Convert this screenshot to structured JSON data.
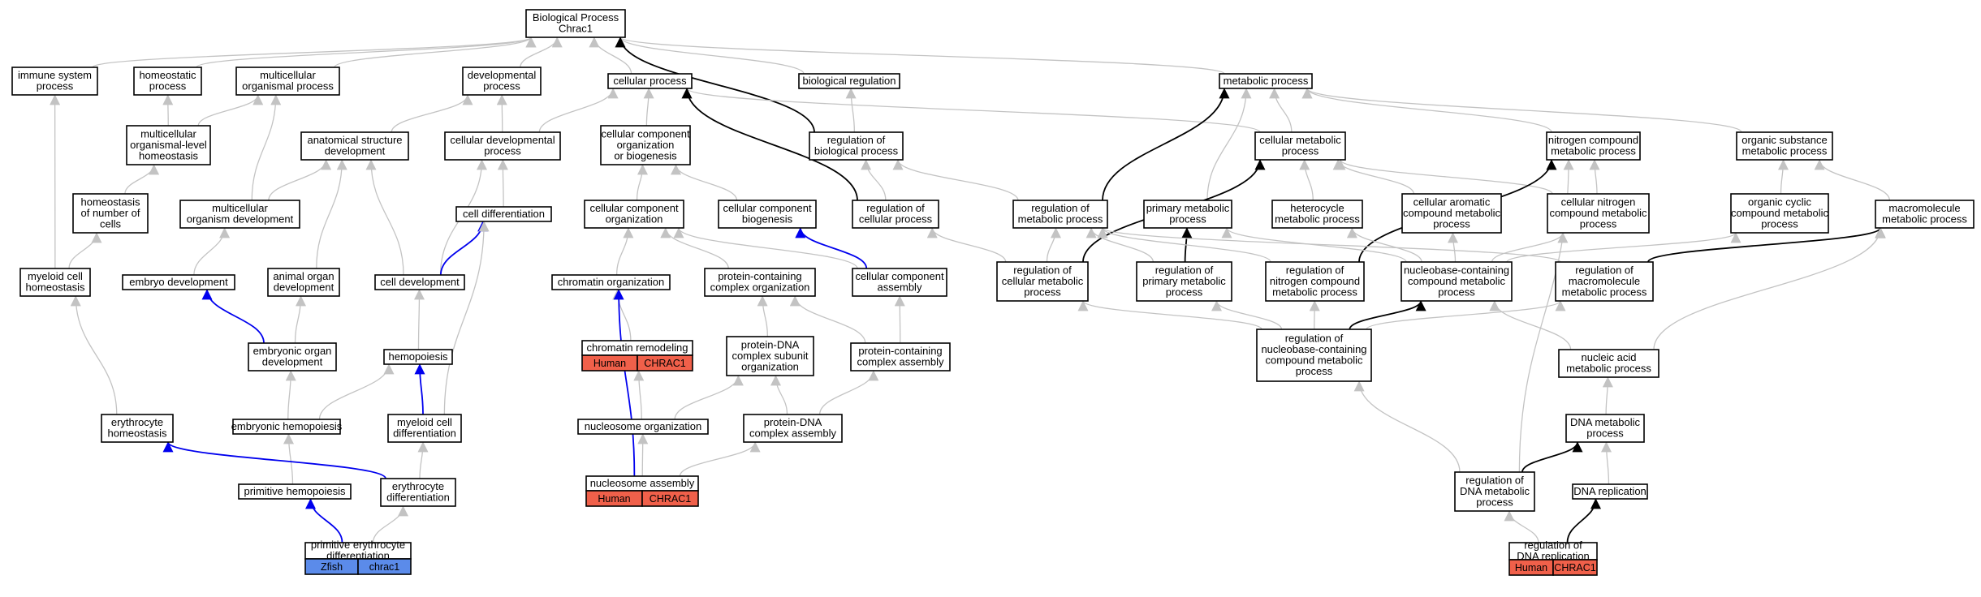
{
  "colors": {
    "edge_gray": "#c3c3c3",
    "edge_black": "#000000",
    "edge_blue": "#0000ee",
    "human_fill": "#f0604a",
    "zfish_fill": "#5b8bea"
  },
  "nodes": [
    {
      "id": "root",
      "lines": [
        "Biological Process",
        "Chrac1"
      ]
    },
    {
      "id": "immune",
      "lines": [
        "immune system",
        "process"
      ]
    },
    {
      "id": "homeostatic",
      "lines": [
        "homeostatic",
        "process"
      ]
    },
    {
      "id": "multi_org",
      "lines": [
        "multicellular",
        "organismal process"
      ]
    },
    {
      "id": "developmental",
      "lines": [
        "developmental",
        "process"
      ]
    },
    {
      "id": "cellular",
      "lines": [
        "cellular process"
      ]
    },
    {
      "id": "bioreg",
      "lines": [
        "biological regulation"
      ]
    },
    {
      "id": "metabolic",
      "lines": [
        "metabolic process"
      ]
    },
    {
      "id": "mcol_homeo",
      "lines": [
        "multicellular",
        "organismal-level",
        "homeostasis"
      ]
    },
    {
      "id": "anat_dev",
      "lines": [
        "anatomical structure",
        "development"
      ]
    },
    {
      "id": "cell_dev_proc",
      "lines": [
        "cellular developmental",
        "process"
      ]
    },
    {
      "id": "ccob",
      "lines": [
        "cellular component",
        "organization",
        "or biogenesis"
      ]
    },
    {
      "id": "reg_bio",
      "lines": [
        "regulation of",
        "biological process"
      ]
    },
    {
      "id": "cell_met",
      "lines": [
        "cellular metabolic",
        "process"
      ]
    },
    {
      "id": "nitro_met",
      "lines": [
        "nitrogen compound",
        "metabolic process"
      ]
    },
    {
      "id": "org_sub",
      "lines": [
        "organic substance",
        "metabolic process"
      ]
    },
    {
      "id": "homeo_num",
      "lines": [
        "homeostasis",
        "of number of",
        "cells"
      ]
    },
    {
      "id": "mc_org_dev",
      "lines": [
        "multicellular",
        "organism development"
      ]
    },
    {
      "id": "cell_diff",
      "lines": [
        "cell differentiation"
      ]
    },
    {
      "id": "cco",
      "lines": [
        "cellular component",
        "organization"
      ]
    },
    {
      "id": "ccb",
      "lines": [
        "cellular component",
        "biogenesis"
      ]
    },
    {
      "id": "reg_cell",
      "lines": [
        "regulation of",
        "cellular process"
      ]
    },
    {
      "id": "reg_met",
      "lines": [
        "regulation of",
        "metabolic process"
      ]
    },
    {
      "id": "prim_met",
      "lines": [
        "primary metabolic",
        "process"
      ]
    },
    {
      "id": "hetero",
      "lines": [
        "heterocycle",
        "metabolic process"
      ]
    },
    {
      "id": "cell_arom",
      "lines": [
        "cellular aromatic",
        "compound metabolic",
        "process"
      ]
    },
    {
      "id": "cell_nitro",
      "lines": [
        "cellular nitrogen",
        "compound metabolic",
        "process"
      ]
    },
    {
      "id": "org_cyc",
      "lines": [
        "organic cyclic",
        "compound metabolic",
        "process"
      ]
    },
    {
      "id": "macro",
      "lines": [
        "macromolecule",
        "metabolic process"
      ]
    },
    {
      "id": "myeloid_homeo",
      "lines": [
        "myeloid cell",
        "homeostasis"
      ]
    },
    {
      "id": "embryo_dev",
      "lines": [
        "embryo development"
      ]
    },
    {
      "id": "animal_organ",
      "lines": [
        "animal organ",
        "development"
      ]
    },
    {
      "id": "cell_dev",
      "lines": [
        "cell development"
      ]
    },
    {
      "id": "chrom_org",
      "lines": [
        "chromatin organization"
      ]
    },
    {
      "id": "pcco",
      "lines": [
        "protein-containing",
        "complex organization"
      ]
    },
    {
      "id": "cca",
      "lines": [
        "cellular component",
        "assembly"
      ]
    },
    {
      "id": "reg_cell_met",
      "lines": [
        "regulation of",
        "cellular metabolic",
        "process"
      ]
    },
    {
      "id": "reg_prim_met",
      "lines": [
        "regulation of",
        "primary metabolic",
        "process"
      ]
    },
    {
      "id": "reg_nitro",
      "lines": [
        "regulation of",
        "nitrogen compound",
        "metabolic process"
      ]
    },
    {
      "id": "nbc_met",
      "lines": [
        "nucleobase-containing",
        "compound metabolic",
        "process"
      ]
    },
    {
      "id": "reg_macro",
      "lines": [
        "regulation of",
        "macromolecule",
        "metabolic process"
      ]
    },
    {
      "id": "emb_organ",
      "lines": [
        "embryonic organ",
        "development"
      ]
    },
    {
      "id": "hemopoiesis",
      "lines": [
        "hemopoiesis"
      ]
    },
    {
      "id": "chrom_remod",
      "lines": [
        "chromatin remodeling"
      ],
      "badge": [
        "Human",
        "CHRAC1"
      ],
      "badge_kind": "human"
    },
    {
      "id": "pdna_org",
      "lines": [
        "protein-DNA",
        "complex subunit",
        "organization"
      ]
    },
    {
      "id": "pcca",
      "lines": [
        "protein-containing",
        "complex assembly"
      ]
    },
    {
      "id": "reg_nbc",
      "lines": [
        "regulation of",
        "nucleobase-containing",
        "compound metabolic",
        "process"
      ]
    },
    {
      "id": "na_met",
      "lines": [
        "nucleic acid",
        "metabolic process"
      ]
    },
    {
      "id": "ery_homeo",
      "lines": [
        "erythrocyte",
        "homeostasis"
      ]
    },
    {
      "id": "emb_hemo",
      "lines": [
        "embryonic hemopoiesis"
      ]
    },
    {
      "id": "myeloid_diff",
      "lines": [
        "myeloid cell",
        "differentiation"
      ]
    },
    {
      "id": "nuc_org",
      "lines": [
        "nucleosome organization"
      ]
    },
    {
      "id": "pdna_asm",
      "lines": [
        "protein-DNA",
        "complex assembly"
      ]
    },
    {
      "id": "dna_met",
      "lines": [
        "DNA metabolic",
        "process"
      ]
    },
    {
      "id": "prim_hemo",
      "lines": [
        "primitive hemopoiesis"
      ]
    },
    {
      "id": "ery_diff",
      "lines": [
        "erythrocyte",
        "differentiation"
      ]
    },
    {
      "id": "nuc_asm",
      "lines": [
        "nucleosome assembly"
      ],
      "badge": [
        "Human",
        "CHRAC1"
      ],
      "badge_kind": "human"
    },
    {
      "id": "reg_dna_met",
      "lines": [
        "regulation of",
        "DNA metabolic",
        "process"
      ]
    },
    {
      "id": "dna_rep",
      "lines": [
        "DNA replication"
      ]
    },
    {
      "id": "prim_ery_diff",
      "lines": [
        "primitive erythrocyte",
        "differentiation"
      ],
      "badge": [
        "Zfish",
        "chrac1"
      ],
      "badge_kind": "zfish"
    },
    {
      "id": "reg_dna_rep",
      "lines": [
        "regulation of",
        "DNA replication"
      ],
      "badge": [
        "Human",
        "CHRAC1"
      ],
      "badge_kind": "human"
    }
  ],
  "edges": [
    {
      "from": "immune",
      "to": "root",
      "color": "gray"
    },
    {
      "from": "homeostatic",
      "to": "root",
      "color": "gray"
    },
    {
      "from": "multi_org",
      "to": "root",
      "color": "gray"
    },
    {
      "from": "developmental",
      "to": "root",
      "color": "gray"
    },
    {
      "from": "cellular",
      "to": "root",
      "color": "gray"
    },
    {
      "from": "bioreg",
      "to": "root",
      "color": "gray"
    },
    {
      "from": "metabolic",
      "to": "root",
      "color": "gray"
    },
    {
      "from": "reg_bio",
      "to": "root",
      "color": "black"
    },
    {
      "from": "mcol_homeo",
      "to": "homeostatic",
      "color": "gray"
    },
    {
      "from": "mcol_homeo",
      "to": "multi_org",
      "color": "gray"
    },
    {
      "from": "anat_dev",
      "to": "developmental",
      "color": "gray"
    },
    {
      "from": "cell_dev_proc",
      "to": "developmental",
      "color": "gray"
    },
    {
      "from": "cell_dev_proc",
      "to": "cellular",
      "color": "gray"
    },
    {
      "from": "ccob",
      "to": "cellular",
      "color": "gray"
    },
    {
      "from": "reg_bio",
      "to": "bioreg",
      "color": "gray"
    },
    {
      "from": "cell_met",
      "to": "metabolic",
      "color": "gray"
    },
    {
      "from": "cell_met",
      "to": "cellular",
      "color": "gray"
    },
    {
      "from": "nitro_met",
      "to": "metabolic",
      "color": "gray"
    },
    {
      "from": "org_sub",
      "to": "metabolic",
      "color": "gray"
    },
    {
      "from": "homeo_num",
      "to": "mcol_homeo",
      "color": "gray"
    },
    {
      "from": "mc_org_dev",
      "to": "multi_org",
      "color": "gray"
    },
    {
      "from": "mc_org_dev",
      "to": "anat_dev",
      "color": "gray"
    },
    {
      "from": "cell_diff",
      "to": "cell_dev_proc",
      "color": "gray"
    },
    {
      "from": "cco",
      "to": "ccob",
      "color": "gray"
    },
    {
      "from": "ccb",
      "to": "ccob",
      "color": "gray"
    },
    {
      "from": "reg_cell",
      "to": "cellular",
      "color": "black"
    },
    {
      "from": "reg_cell",
      "to": "reg_bio",
      "color": "gray"
    },
    {
      "from": "reg_met",
      "to": "metabolic",
      "color": "black"
    },
    {
      "from": "reg_met",
      "to": "reg_bio",
      "color": "gray"
    },
    {
      "from": "prim_met",
      "to": "metabolic",
      "color": "gray"
    },
    {
      "from": "hetero",
      "to": "cell_met",
      "color": "gray"
    },
    {
      "from": "cell_arom",
      "to": "cell_met",
      "color": "gray"
    },
    {
      "from": "cell_nitro",
      "to": "cell_met",
      "color": "gray"
    },
    {
      "from": "cell_nitro",
      "to": "nitro_met",
      "color": "gray"
    },
    {
      "from": "org_cyc",
      "to": "org_sub",
      "color": "gray"
    },
    {
      "from": "macro",
      "to": "org_sub",
      "color": "gray"
    },
    {
      "from": "myeloid_homeo",
      "to": "immune",
      "color": "gray"
    },
    {
      "from": "myeloid_homeo",
      "to": "homeo_num",
      "color": "gray"
    },
    {
      "from": "embryo_dev",
      "to": "mc_org_dev",
      "color": "gray"
    },
    {
      "from": "animal_organ",
      "to": "anat_dev",
      "color": "gray"
    },
    {
      "from": "cell_dev",
      "to": "anat_dev",
      "color": "gray"
    },
    {
      "from": "cell_dev",
      "to": "cell_dev_proc",
      "color": "gray"
    },
    {
      "from": "cell_dev",
      "to": "cell_diff",
      "color": "blue"
    },
    {
      "from": "chrom_org",
      "to": "cco",
      "color": "gray"
    },
    {
      "from": "pcco",
      "to": "cco",
      "color": "gray"
    },
    {
      "from": "cca",
      "to": "cco",
      "color": "gray"
    },
    {
      "from": "cca",
      "to": "ccb",
      "color": "blue"
    },
    {
      "from": "reg_cell_met",
      "to": "reg_cell",
      "color": "gray"
    },
    {
      "from": "reg_cell_met",
      "to": "reg_met",
      "color": "gray"
    },
    {
      "from": "reg_cell_met",
      "to": "cell_met",
      "color": "black"
    },
    {
      "from": "reg_prim_met",
      "to": "reg_met",
      "color": "gray"
    },
    {
      "from": "reg_prim_met",
      "to": "prim_met",
      "color": "black"
    },
    {
      "from": "reg_nitro",
      "to": "reg_met",
      "color": "gray"
    },
    {
      "from": "reg_nitro",
      "to": "nitro_met",
      "color": "black"
    },
    {
      "from": "nbc_met",
      "to": "hetero",
      "color": "gray"
    },
    {
      "from": "nbc_met",
      "to": "cell_arom",
      "color": "gray"
    },
    {
      "from": "nbc_met",
      "to": "cell_nitro",
      "color": "gray"
    },
    {
      "from": "nbc_met",
      "to": "org_cyc",
      "color": "gray"
    },
    {
      "from": "nbc_met",
      "to": "prim_met",
      "color": "gray"
    },
    {
      "from": "reg_macro",
      "to": "reg_met",
      "color": "gray"
    },
    {
      "from": "reg_macro",
      "to": "macro",
      "color": "black"
    },
    {
      "from": "emb_organ",
      "to": "embryo_dev",
      "color": "blue"
    },
    {
      "from": "emb_organ",
      "to": "animal_organ",
      "color": "gray"
    },
    {
      "from": "hemopoiesis",
      "to": "cell_dev",
      "color": "gray"
    },
    {
      "from": "chrom_remod",
      "to": "chrom_org",
      "color": "gray"
    },
    {
      "from": "pdna_org",
      "to": "pcco",
      "color": "gray"
    },
    {
      "from": "pcca",
      "to": "pcco",
      "color": "gray"
    },
    {
      "from": "pcca",
      "to": "cca",
      "color": "gray"
    },
    {
      "from": "reg_nbc",
      "to": "reg_cell_met",
      "color": "gray"
    },
    {
      "from": "reg_nbc",
      "to": "reg_prim_met",
      "color": "gray"
    },
    {
      "from": "reg_nbc",
      "to": "reg_nitro",
      "color": "gray"
    },
    {
      "from": "reg_nbc",
      "to": "nbc_met",
      "color": "black"
    },
    {
      "from": "reg_nbc",
      "to": "reg_macro",
      "color": "gray"
    },
    {
      "from": "na_met",
      "to": "nbc_met",
      "color": "gray"
    },
    {
      "from": "na_met",
      "to": "macro",
      "color": "gray"
    },
    {
      "from": "ery_homeo",
      "to": "myeloid_homeo",
      "color": "gray"
    },
    {
      "from": "emb_hemo",
      "to": "emb_organ",
      "color": "gray"
    },
    {
      "from": "emb_hemo",
      "to": "hemopoiesis",
      "color": "gray"
    },
    {
      "from": "myeloid_diff",
      "to": "hemopoiesis",
      "color": "blue"
    },
    {
      "from": "myeloid_diff",
      "to": "cell_diff",
      "color": "gray"
    },
    {
      "from": "nuc_org",
      "to": "pdna_org",
      "color": "gray"
    },
    {
      "from": "nuc_org",
      "to": "chrom_remod",
      "color": "gray"
    },
    {
      "from": "pdna_asm",
      "to": "pdna_org",
      "color": "gray"
    },
    {
      "from": "pdna_asm",
      "to": "pcca",
      "color": "gray"
    },
    {
      "from": "dna_met",
      "to": "na_met",
      "color": "gray"
    },
    {
      "from": "prim_hemo",
      "to": "emb_hemo",
      "color": "gray"
    },
    {
      "from": "ery_diff",
      "to": "myeloid_diff",
      "color": "gray"
    },
    {
      "from": "ery_diff",
      "to": "ery_homeo",
      "color": "blue"
    },
    {
      "from": "nuc_asm",
      "to": "nuc_org",
      "color": "gray"
    },
    {
      "from": "nuc_asm",
      "to": "pdna_asm",
      "color": "gray"
    },
    {
      "from": "nuc_asm",
      "to": "chrom_org",
      "color": "blue"
    },
    {
      "from": "reg_dna_met",
      "to": "reg_nbc",
      "color": "gray"
    },
    {
      "from": "reg_dna_met",
      "to": "dna_met",
      "color": "black"
    },
    {
      "from": "reg_dna_met",
      "to": "nitro_met",
      "color": "gray"
    },
    {
      "from": "dna_rep",
      "to": "dna_met",
      "color": "gray"
    },
    {
      "from": "prim_ery_diff",
      "to": "prim_hemo",
      "color": "blue"
    },
    {
      "from": "prim_ery_diff",
      "to": "ery_diff",
      "color": "gray"
    },
    {
      "from": "reg_dna_rep",
      "to": "reg_dna_met",
      "color": "gray"
    },
    {
      "from": "reg_dna_rep",
      "to": "dna_rep",
      "color": "black"
    }
  ]
}
